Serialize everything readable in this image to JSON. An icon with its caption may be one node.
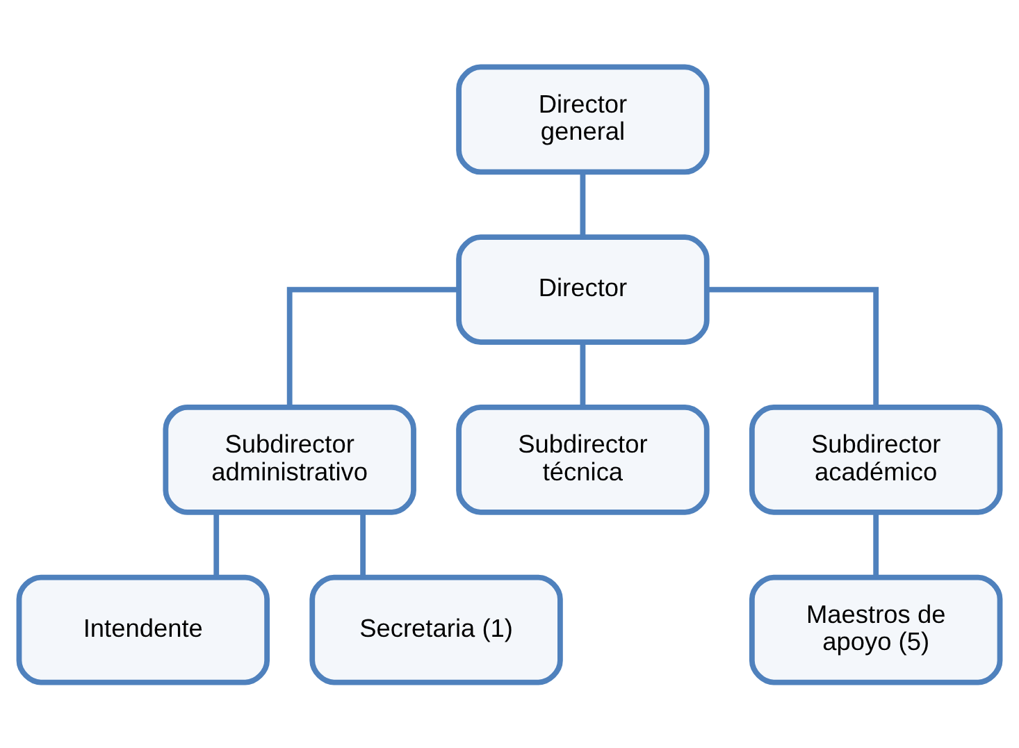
{
  "diagram": {
    "nodes": [
      {
        "text": [
          "Director general"
        ]
      },
      {
        "text": [
          "Director"
        ]
      },
      {
        "text": [
          "Subdirector administrativo"
        ]
      },
      {
        "text": [
          "Subdirector técnica"
        ]
      },
      {
        "text": [
          "Subdirector académico"
        ]
      },
      {
        "text": [
          "Intendente"
        ]
      },
      {
        "text": [
          "Secretaria (1)"
        ]
      },
      {
        "text": [
          "Maestros de apoyo (5)"
        ]
      }
    ],
    "edges": [
      {
        "from": 0,
        "to": 1,
        "arrow": "none"
      },
      {
        "from": 1,
        "to": 2,
        "arrow": "none"
      },
      {
        "from": 1,
        "to": 3,
        "arrow": "none"
      },
      {
        "from": 1,
        "to": 4,
        "arrow": "none"
      },
      {
        "from": 2,
        "to": 5,
        "arrow": "none"
      },
      {
        "from": 2,
        "to": 6,
        "arrow": "none"
      },
      {
        "from": 4,
        "to": 7,
        "arrow": "none"
      }
    ]
  }
}
